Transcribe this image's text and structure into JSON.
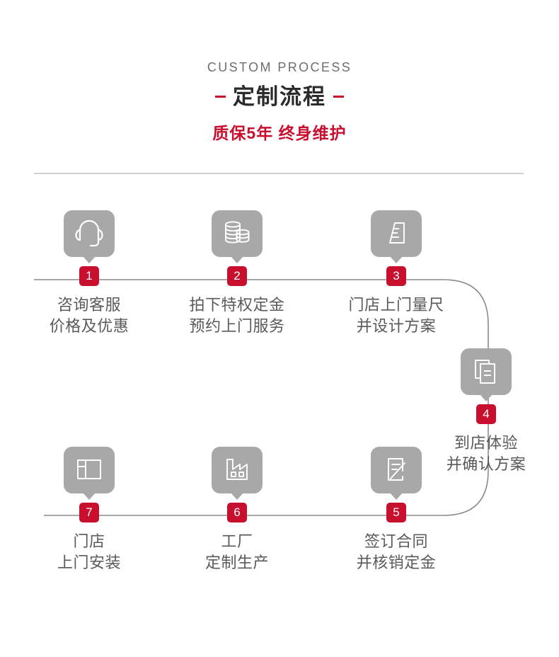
{
  "header": {
    "eyebrow": "CUSTOM PROCESS",
    "title": "定制流程",
    "subtitle": "质保5年  终身维护",
    "accent_color": "#c8102e",
    "icon_color": "#a8a8a8",
    "text_color": "#5a5a5a",
    "divider_color": "#cfcfcf"
  },
  "steps": [
    {
      "number": "1",
      "icon": "headset-icon",
      "line1": "咨询客服",
      "line2": "价格及优惠"
    },
    {
      "number": "2",
      "icon": "coins-icon",
      "line1": "拍下特权定金",
      "line2": "预约上门服务"
    },
    {
      "number": "3",
      "icon": "ruler-icon",
      "line1": "门店上门量尺",
      "line2": "并设计方案"
    },
    {
      "number": "4",
      "icon": "documents-icon",
      "line1": "到店体验",
      "line2": "并确认方案"
    },
    {
      "number": "5",
      "icon": "contract-sign-icon",
      "line1": "签订合同",
      "line2": "并核销定金"
    },
    {
      "number": "6",
      "icon": "factory-icon",
      "line1": "工厂",
      "line2": "定制生产"
    },
    {
      "number": "7",
      "icon": "wardrobe-icon",
      "line1": "门店",
      "line2": "上门安装"
    }
  ]
}
